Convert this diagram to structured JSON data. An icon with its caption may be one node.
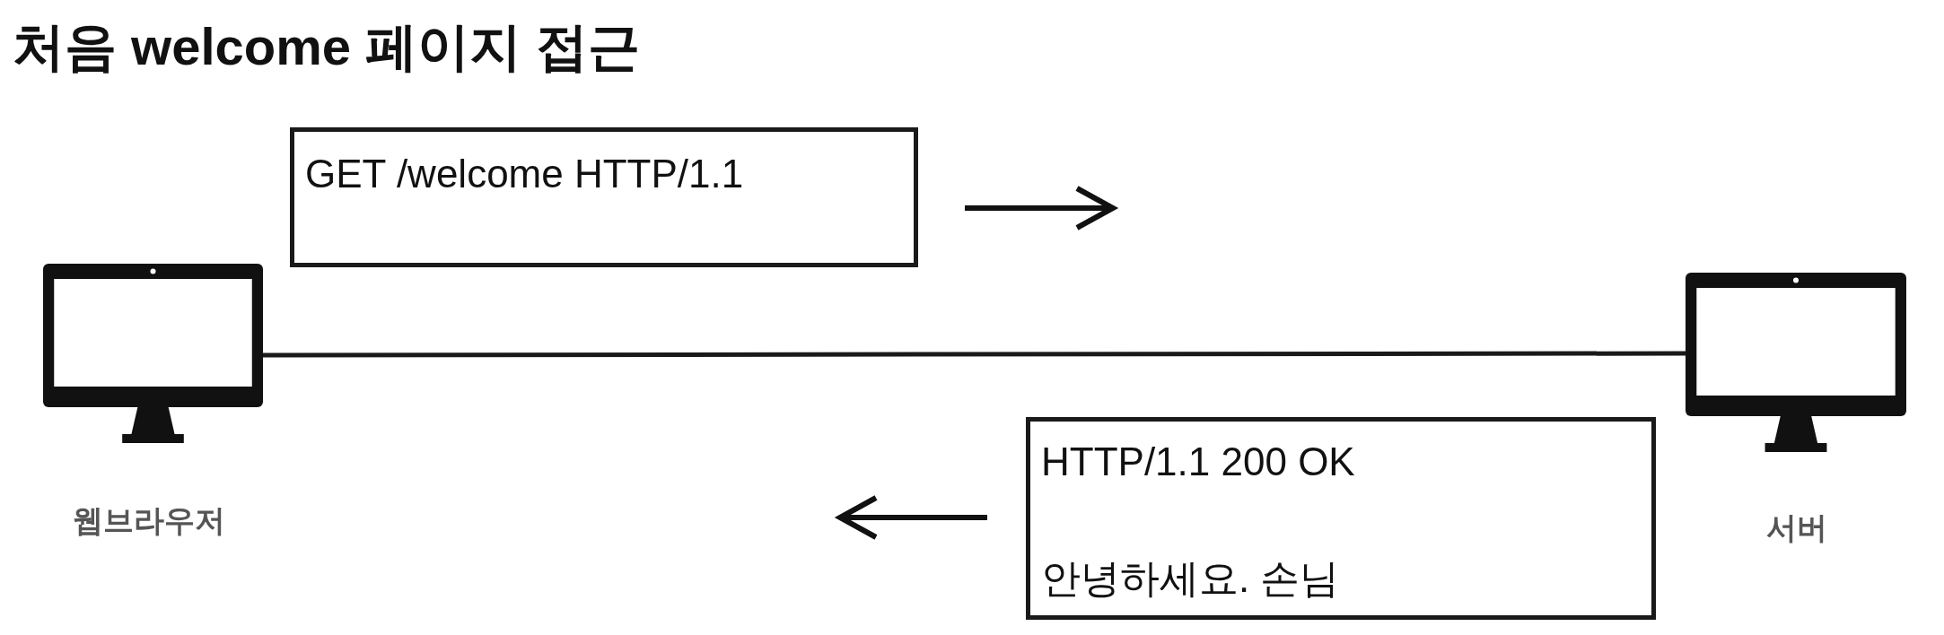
{
  "diagram": {
    "title": "처음 welcome 페이지 접근",
    "nodes": [
      {
        "text": [],
        "shape": "monitor",
        "beside": [
          "웹브라우저"
        ]
      },
      {
        "text": [
          "GET /welcome HTTP/1.1"
        ]
      },
      {
        "text": [],
        "shape": "monitor",
        "beside": [
          "서버"
        ]
      },
      {
        "text": [
          "HTTP/1.1 200 OK",
          "안녕하세요. 손님"
        ]
      }
    ],
    "edges": [
      {
        "from": 0,
        "to": 2,
        "arrow": "none"
      }
    ]
  }
}
